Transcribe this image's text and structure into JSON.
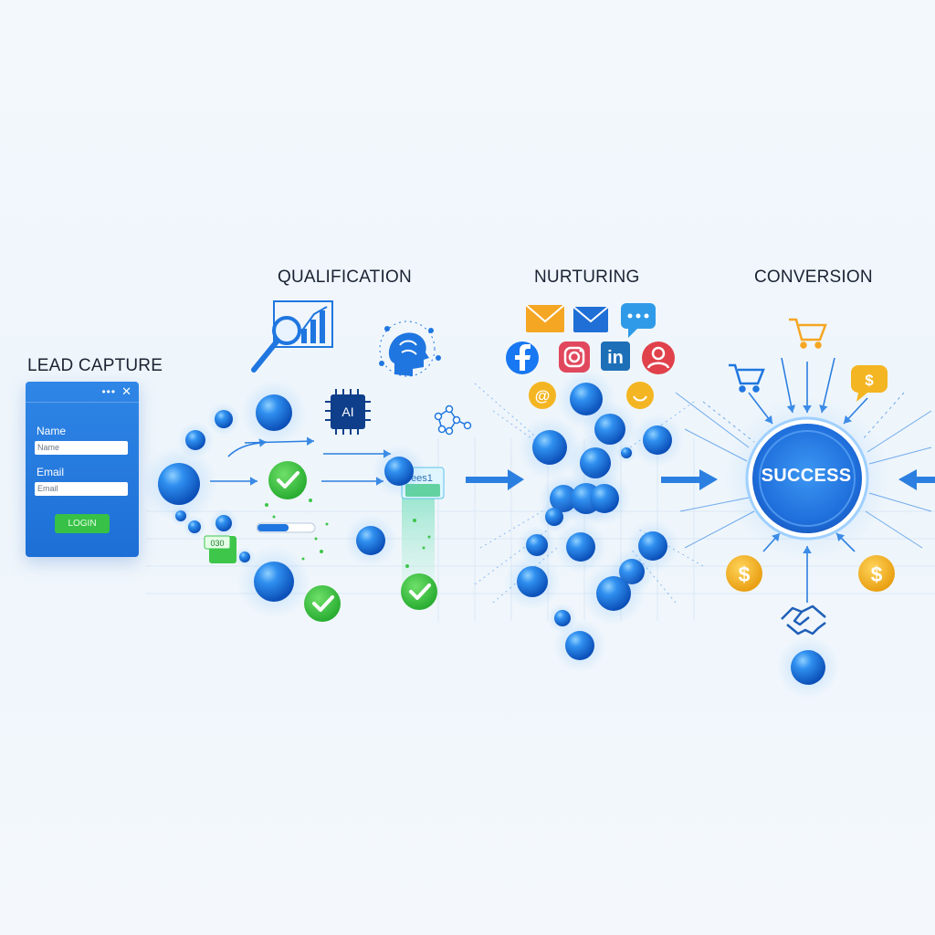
{
  "stages": {
    "lead_capture": "LEAD CAPTURE",
    "qualification": "QUALIFICATION",
    "nurturing": "NURTURING",
    "conversion": "CONVERSION"
  },
  "form": {
    "name_label": "Name",
    "name_placeholder": "Name",
    "email_label": "Email",
    "email_placeholder": "Email",
    "button_label": "LOGIN",
    "menu_dots": "•••",
    "close_glyph": "✕"
  },
  "qualification": {
    "ai_chip_label": "AI",
    "small_badge_text": "030",
    "score_tag_text": "ees1"
  },
  "conversion": {
    "success_label": "SUCCESS",
    "currency_symbol": "$"
  },
  "colors": {
    "accent_blue": "#1f76e0",
    "check_green": "#35c13c",
    "coin_gold": "#f4b522",
    "chat_blue": "#2f9be8",
    "mail_orange": "#f5a623"
  }
}
